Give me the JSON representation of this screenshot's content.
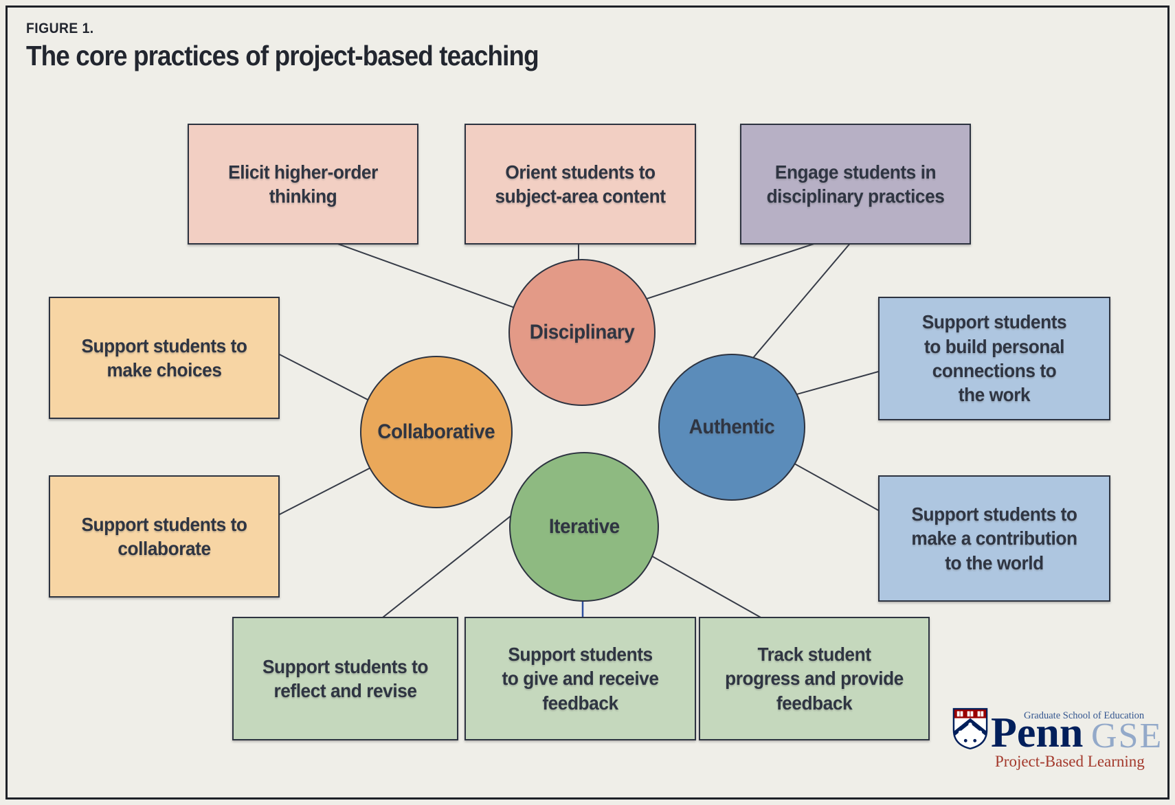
{
  "figure": {
    "label": "FIGURE 1.",
    "title": "The core practices of project-based teaching"
  },
  "diagram": {
    "circles": {
      "disciplinary": {
        "label": "Disciplinary",
        "color": "#e39a87"
      },
      "collaborative": {
        "label": "Collaborative",
        "color": "#eaa85a"
      },
      "authentic": {
        "label": "Authentic",
        "color": "#5b8cba"
      },
      "iterative": {
        "label": "Iterative",
        "color": "#8eba81"
      }
    },
    "boxes": {
      "elicit": {
        "text": "Elicit higher-order\nthinking",
        "color": "#f2cfc3",
        "connects_to": [
          "disciplinary"
        ]
      },
      "orient": {
        "text": "Orient students to\nsubject-area content",
        "color": "#f2cfc3",
        "connects_to": [
          "disciplinary"
        ]
      },
      "engage": {
        "text": "Engage students in\ndisciplinary practices",
        "color": "#b7b0c5",
        "connects_to": [
          "disciplinary",
          "authentic"
        ]
      },
      "choices": {
        "text": "Support students to\nmake choices",
        "color": "#f7d5a4",
        "connects_to": [
          "collaborative"
        ]
      },
      "collaborate": {
        "text": "Support students to\ncollaborate",
        "color": "#f7d5a4",
        "connects_to": [
          "collaborative"
        ]
      },
      "connections": {
        "text": "Support students\nto build personal\nconnections to\nthe work",
        "color": "#aec6e0",
        "connects_to": [
          "authentic"
        ]
      },
      "contribution": {
        "text": "Support students to\nmake a contribution\nto the world",
        "color": "#aec6e0",
        "connects_to": [
          "authentic"
        ]
      },
      "reflect": {
        "text": "Support students to\nreflect and revise",
        "color": "#c5d8bd",
        "connects_to": [
          "iterative"
        ]
      },
      "feedback": {
        "text": "Support students\nto give and receive\nfeedback",
        "color": "#c5d8bd",
        "connects_to": [
          "iterative"
        ]
      },
      "track": {
        "text": "Track student\nprogress and provide\nfeedback",
        "color": "#c5d8bd",
        "connects_to": [
          "iterative"
        ]
      }
    }
  },
  "colors": {
    "background": "#efeee8",
    "frame_border": "#1e2128",
    "box_border": "#2d3340",
    "text": "#2f3542",
    "connector": "#363b47",
    "connector_blue": "#2d4f9e",
    "penn_navy": "#011f5b",
    "penn_red": "#990000",
    "gse_blue": "#93a9c9",
    "program_red": "#a3382b"
  },
  "logo": {
    "school": "Graduate School of Education",
    "penn": "Penn",
    "gse": "GSE",
    "program": "Project-Based Learning"
  }
}
